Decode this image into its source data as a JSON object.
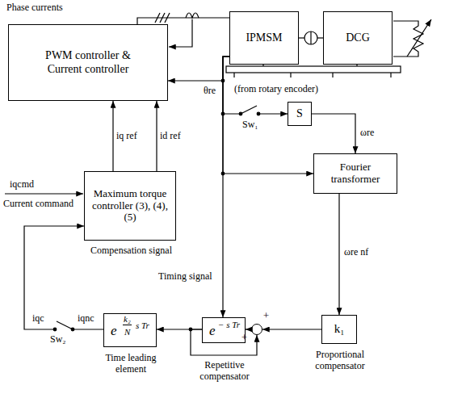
{
  "diagram": {
    "nodes": [
      {
        "text": [
          "PWM controller & Current controller"
        ]
      },
      {
        "text": [
          "IPMSM"
        ]
      },
      {
        "text": [
          "DCG"
        ]
      },
      {
        "text": [
          "S"
        ]
      },
      {
        "text": [
          "Fourier transformer"
        ]
      },
      {
        "text": [
          "Maximum torque controller (3), (4), (5)"
        ]
      },
      {
        "text": [
          "e",
          "k₂",
          "N",
          "s Tr",
          "Time leading element"
        ]
      },
      {
        "text": [
          "e",
          "− s Tr",
          "Repetitive compensator"
        ]
      },
      {
        "text": [
          "+",
          "+"
        ]
      },
      {
        "text": [
          "k₁",
          "Proportional compensator"
        ]
      }
    ],
    "edges": [
      {
        "from": 0,
        "to": 1,
        "arrow": "none"
      },
      {
        "from": 1,
        "to": 0,
        "arrow": "to"
      },
      {
        "from": 1,
        "to": 2,
        "arrow": "none"
      },
      {
        "from": 1,
        "to": 3,
        "arrow": "to"
      },
      {
        "from": 1,
        "to": 4,
        "arrow": "to"
      },
      {
        "from": 1,
        "to": 7,
        "arrow": "to"
      },
      {
        "from": 3,
        "to": 4,
        "arrow": "to"
      },
      {
        "from": 4,
        "to": 9,
        "arrow": "to"
      },
      {
        "from": 9,
        "to": 8,
        "arrow": "to"
      },
      {
        "from": 8,
        "to": 7,
        "arrow": "to"
      },
      {
        "from": 7,
        "to": 8,
        "arrow": "to"
      },
      {
        "from": 7,
        "to": 6,
        "arrow": "to"
      },
      {
        "from": 6,
        "to": 5,
        "arrow": "to"
      },
      {
        "from": 5,
        "to": 0,
        "label": "iq ref",
        "arrow": "to"
      },
      {
        "from": 5,
        "to": 0,
        "label": "id ref",
        "arrow": "to"
      }
    ],
    "labels": [
      "Phase currents",
      "(from rotary encoder)",
      "θre",
      "Sw₁",
      "ωre",
      "ωre nf",
      "iqcmd",
      "Current command",
      "Compensation signal",
      "Timing signal",
      "iqc",
      "iqnc",
      "Sw₂"
    ]
  }
}
